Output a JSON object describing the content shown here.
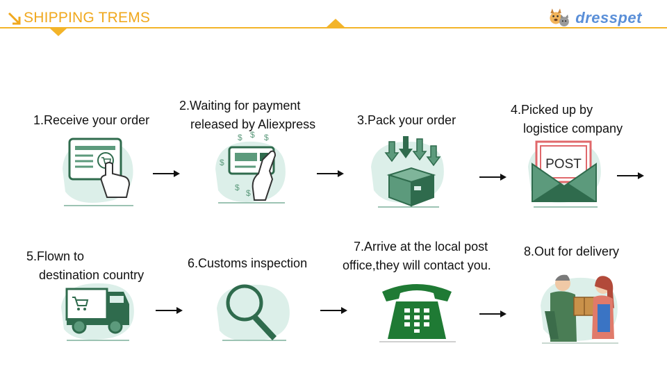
{
  "header": {
    "title": "SHIPPING TREMS",
    "brand": "dresspet",
    "accent_color": "#f3b429"
  },
  "steps": [
    {
      "line1": "1.Receive your order",
      "line2": "",
      "icon": "tablet-tap-icon"
    },
    {
      "line1": "2.Waiting for payment",
      "line2": "released by Aliexpress",
      "icon": "card-payment-icon"
    },
    {
      "line1": "3.Pack your order",
      "line2": "",
      "icon": "package-icon"
    },
    {
      "line1": "4.Picked up by",
      "line2": "logistice company",
      "icon": "post-envelope-icon"
    },
    {
      "line1": "5.Flown to",
      "line2": "destination country",
      "icon": "delivery-truck-icon"
    },
    {
      "line1": "6.Customs inspection",
      "line2": "",
      "icon": "magnifier-icon"
    },
    {
      "line1": "7.Arrive at the local post",
      "line2": "office,they will contact you.",
      "icon": "telephone-icon"
    },
    {
      "line1": "8.Out for delivery",
      "line2": "",
      "icon": "courier-handoff-icon"
    }
  ],
  "envelope_stamp": "POST",
  "colors": {
    "teal_bg": "#dcefe9",
    "dark_green": "#2f6b4d",
    "mid_green": "#5c9a7c",
    "post_red": "#e0686b",
    "phone_green": "#1f7a34"
  }
}
